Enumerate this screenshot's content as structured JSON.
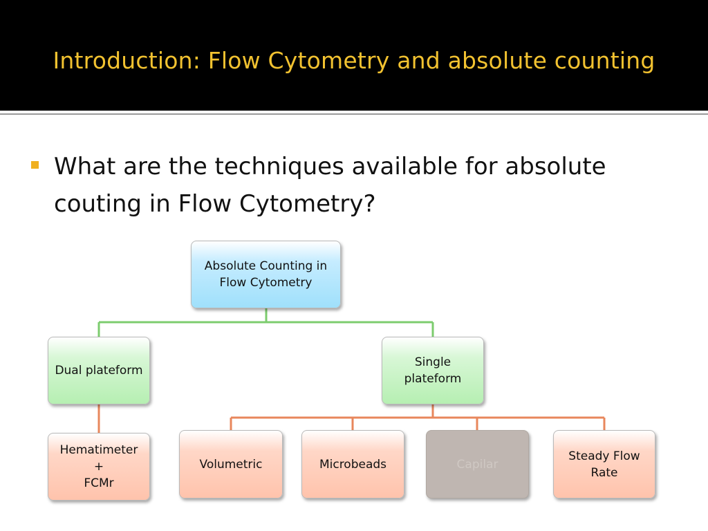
{
  "slide": {
    "title": "Introduction: Flow Cytometry and absolute counting",
    "bullet": "What are the techniques available for absolute couting in Flow Cytometry?"
  },
  "diagram": {
    "root": "Absolute Counting in Flow Cytometry",
    "dual": "Dual plateform",
    "single": "Single plateform",
    "hematimeter": "Hematimeter\n+\nFCMr",
    "volumetric": "Volumetric",
    "microbeads": "Microbeads",
    "capilar": "Capilar",
    "steady": "Steady Flow Rate"
  },
  "colors": {
    "title": "#f2c230",
    "bullet": "#f0b020",
    "green_connector": "#7ccc6e",
    "orange_connector": "#e8875c"
  }
}
